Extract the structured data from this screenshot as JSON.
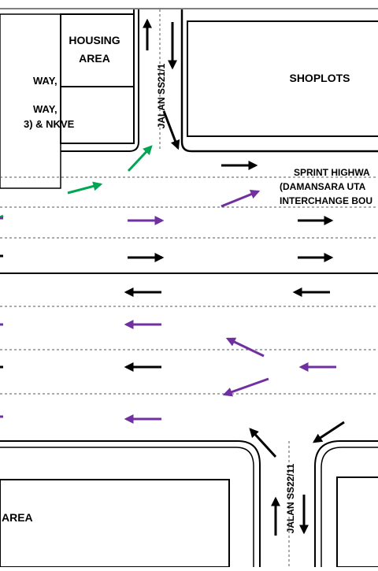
{
  "labels": {
    "housing_area": [
      "HOUSING",
      "AREA"
    ],
    "shoplots": "SHOPLOTS",
    "road_north": "JALAN SS21/1",
    "road_south": "JALAN SS22/11",
    "highway": [
      "SPRINT HIGHWA",
      "(DAMANSARA UTA",
      "INTERCHANGE BOU"
    ],
    "left_box": [
      "WAY,",
      "WAY,",
      "3) & NKVE"
    ],
    "bottom_area": "AREA"
  },
  "colors": {
    "line": "#000000",
    "purple": "#7030a0",
    "green": "#00a651",
    "black_arrow": "#000000"
  }
}
